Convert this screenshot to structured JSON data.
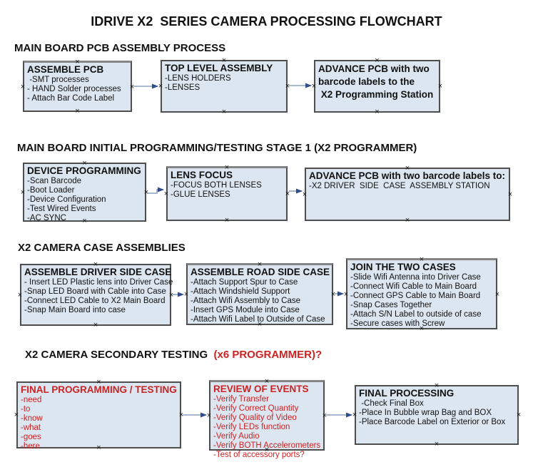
{
  "title": "IDRIVE X2  SERIES CAMERA PROCESSING FLOWCHART",
  "colors": {
    "box_fill": "#dce6f1",
    "box_border": "#4e4e4e",
    "red_text": "#cc2222",
    "arrow_line": "#8aa2be",
    "arrow_head": "#2e4d8e",
    "black_text": "#111111"
  },
  "sections": [
    {
      "heading": "MAIN BOARD PCB ASSEMBLY PROCESS",
      "boxes": [
        {
          "header": "ASSEMBLE PCB",
          "lines": [
            " -SMT processes",
            "- HAND Solder processes",
            "- Attach Bar Code Label"
          ]
        },
        {
          "header": "TOP LEVEL ASSEMBLY",
          "lines": [
            "-LENS HOLDERS",
            "-LENSES"
          ]
        },
        {
          "header": "ADVANCE PCB with two\nbarcode labels to the\n X2 Programming Station",
          "lines": []
        }
      ]
    },
    {
      "heading": "MAIN BOARD INITIAL PROGRAMMING/TESTING STAGE 1 (X2 PROGRAMMER)",
      "boxes": [
        {
          "header": "DEVICE PROGRAMMING",
          "lines": [
            "-Scan Barcode",
            "-Boot Loader",
            "-Device Configuration",
            "-Test Wired Events",
            "-AC SYNC"
          ]
        },
        {
          "header": "LENS FOCUS",
          "lines": [
            "-FOCUS BOTH LENSES",
            "-GLUE LENSES"
          ]
        },
        {
          "header": "ADVANCE PCB with two barcode labels to:",
          "lines": [
            "-X2 DRIVER  SIDE  CASE  ASSEMBLY STATION"
          ]
        }
      ]
    },
    {
      "heading": "X2 CAMERA CASE ASSEMBLIES",
      "boxes": [
        {
          "header": "ASSEMBLE DRIVER SIDE CASE",
          "lines": [
            "- Insert LED Plastic lens into Driver Case",
            "-Snap LED Board with Cable into Case",
            "-Connect LED Cable to X2 Main Board",
            "-Snap Main Board into case"
          ]
        },
        {
          "header": "ASSEMBLE ROAD SIDE CASE",
          "lines": [
            "-Attach Support Spur to Case",
            "-Attach Windshield Support",
            "-Attach Wifi Assembly to Case",
            "-Insert GPS Module into Case",
            "-Attach Wifi Label to Outside of Case"
          ]
        },
        {
          "header": "JOIN THE TWO CASES",
          "lines": [
            "-Slide Wifi Antenna into Driver Case",
            "-Connect Wifi Cable to Main Board",
            "-Connect GPS Cable to Main Board",
            "-Snap Cases Together",
            "-Attach S/N Label to outside of case",
            "-Secure cases with Screw"
          ]
        }
      ]
    },
    {
      "heading": "X2 CAMERA SECONDARY TESTING ",
      "heading_red": " (x6 PROGRAMMER)?",
      "boxes": [
        {
          "header": "FINAL PROGRAMMING / TESTING",
          "lines": [
            "-need",
            "-to",
            "-know",
            "-what",
            "-goes",
            "-here"
          ]
        },
        {
          "header": "REVIEW OF EVENTS",
          "lines": [
            "-Verify Transfer",
            "-Verify Correct Quantity",
            "-Verify Quality of Video",
            "-Verify LEDs function",
            "-Verify Audio",
            "-Verify BOTH Accelerometers",
            "-Test of accessory ports?"
          ]
        },
        {
          "header": "FINAL PROCESSING",
          "lines": [
            " -Check Final Box",
            "-Place In Bubble wrap Bag and BOX",
            "-Place Barcode Label on Exterior or Box"
          ]
        }
      ]
    }
  ]
}
